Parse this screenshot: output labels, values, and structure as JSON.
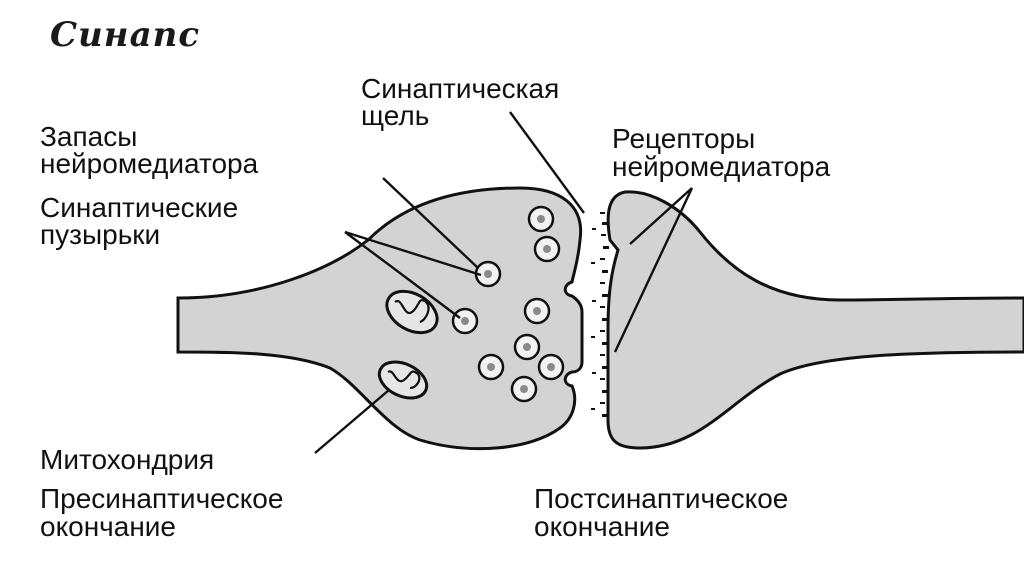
{
  "title": "Синапс",
  "labels": {
    "synaptic_cleft_1": "Синаптическая",
    "synaptic_cleft_2": "щель",
    "reserves_1": "Запасы",
    "reserves_2": "нейромедиатора",
    "vesicles_1": "Синаптические",
    "vesicles_2": "пузырьки",
    "receptors_1": "Рецепторы",
    "receptors_2": "нейромедиатора",
    "mitochondria": "Митохондрия",
    "presynaptic_1": "Пресинаптическое",
    "presynaptic_2": "окончание",
    "postsynaptic_1": "Постсинаптическое",
    "postsynaptic_2": "окончание"
  }
}
